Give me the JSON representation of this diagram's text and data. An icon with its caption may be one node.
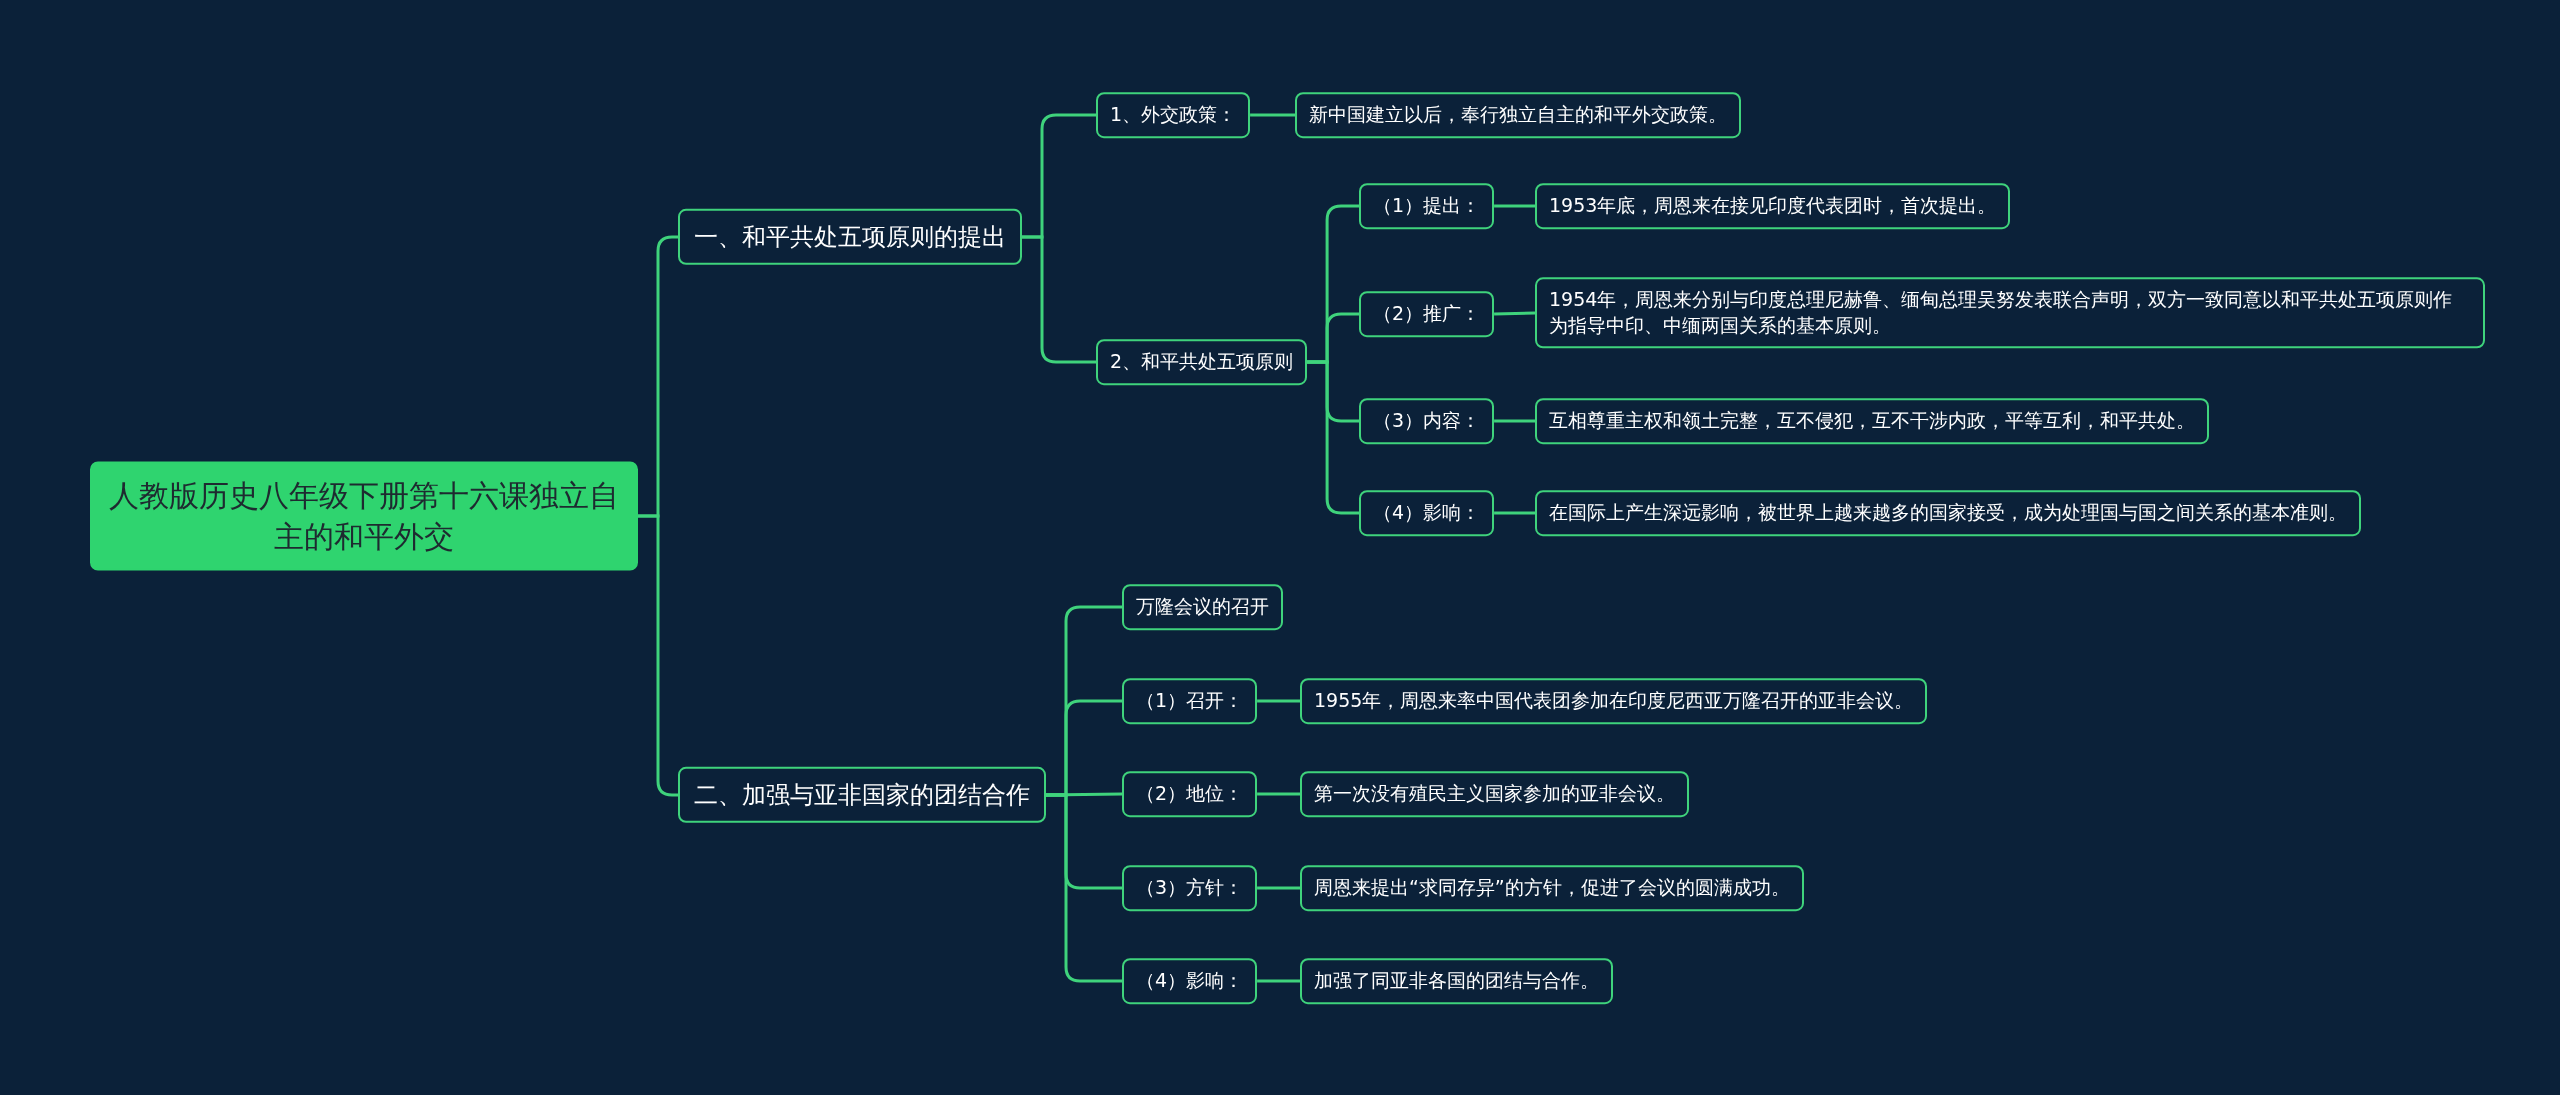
{
  "diagram": {
    "nodes": [
      {
        "text": [
          "人教版历史八年级下册第十六课独立自主的和平外交"
        ]
      },
      {
        "text": [
          "一、和平共处五项原则的提出"
        ]
      },
      {
        "text": [
          "1、外交政策："
        ]
      },
      {
        "text": [
          "新中国建立以后，奉行独立自主的和平外交政策。"
        ]
      },
      {
        "text": [
          "2、和平共处五项原则"
        ]
      },
      {
        "text": [
          "（1）提出："
        ]
      },
      {
        "text": [
          "1953年底，周恩来在接见印度代表团时，首次提出。"
        ]
      },
      {
        "text": [
          "（2）推广："
        ]
      },
      {
        "text": [
          "1954年，周恩来分别与印度总理尼赫鲁、缅甸总理吴努发表联合声明，双方一致同意以和平共处五项原则作为指导中印、中缅两国关系的基本原则。"
        ]
      },
      {
        "text": [
          "（3）内容："
        ]
      },
      {
        "text": [
          "互相尊重主权和领土完整，互不侵犯，互不干涉内政，平等互利，和平共处。"
        ]
      },
      {
        "text": [
          "（4）影响："
        ]
      },
      {
        "text": [
          "在国际上产生深远影响，被世界上越来越多的国家接受，成为处理国与国之间关系的基本准则。"
        ]
      },
      {
        "text": [
          "二、加强与亚非国家的团结合作"
        ]
      },
      {
        "text": [
          "万隆会议的召开"
        ]
      },
      {
        "text": [
          "（1）召开："
        ]
      },
      {
        "text": [
          "1955年，周恩来率中国代表团参加在印度尼西亚万隆召开的亚非会议。"
        ]
      },
      {
        "text": [
          "（2）地位："
        ]
      },
      {
        "text": [
          "第一次没有殖民主义国家参加的亚非会议。"
        ]
      },
      {
        "text": [
          "（3）方针："
        ]
      },
      {
        "text": [
          "周恩来提出“求同存异”的方针，促进了会议的圆满成功。"
        ]
      },
      {
        "text": [
          "（4）影响："
        ]
      },
      {
        "text": [
          "加强了同亚非各国的团结与合作。"
        ]
      }
    ],
    "edges": [
      {
        "from": 0,
        "to": 1,
        "arrow": "none"
      },
      {
        "from": 0,
        "to": 13,
        "arrow": "none"
      },
      {
        "from": 1,
        "to": 2,
        "arrow": "none"
      },
      {
        "from": 1,
        "to": 4,
        "arrow": "none"
      },
      {
        "from": 2,
        "to": 3,
        "arrow": "none"
      },
      {
        "from": 4,
        "to": 5,
        "arrow": "none"
      },
      {
        "from": 4,
        "to": 7,
        "arrow": "none"
      },
      {
        "from": 4,
        "to": 9,
        "arrow": "none"
      },
      {
        "from": 4,
        "to": 11,
        "arrow": "none"
      },
      {
        "from": 5,
        "to": 6,
        "arrow": "none"
      },
      {
        "from": 7,
        "to": 8,
        "arrow": "none"
      },
      {
        "from": 9,
        "to": 10,
        "arrow": "none"
      },
      {
        "from": 11,
        "to": 12,
        "arrow": "none"
      },
      {
        "from": 13,
        "to": 14,
        "arrow": "none"
      },
      {
        "from": 13,
        "to": 15,
        "arrow": "none"
      },
      {
        "from": 13,
        "to": 17,
        "arrow": "none"
      },
      {
        "from": 13,
        "to": 19,
        "arrow": "none"
      },
      {
        "from": 13,
        "to": 21,
        "arrow": "none"
      },
      {
        "from": 15,
        "to": 16,
        "arrow": "none"
      },
      {
        "from": 17,
        "to": 18,
        "arrow": "none"
      },
      {
        "from": 19,
        "to": 20,
        "arrow": "none"
      },
      {
        "from": 21,
        "to": 22,
        "arrow": "none"
      }
    ]
  }
}
